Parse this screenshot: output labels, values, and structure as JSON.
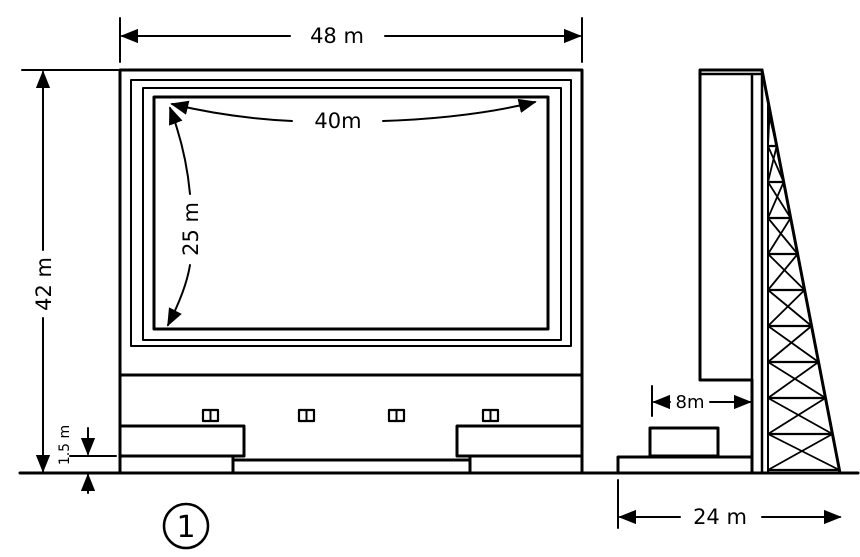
{
  "dimensions": {
    "overall_width": "48 m",
    "overall_height": "42 m",
    "screen_width": "40m",
    "screen_height": "25 m",
    "base_height": "1.5 m",
    "side_depth": "24 m",
    "step_depth": "8m"
  },
  "figure_number": "1"
}
